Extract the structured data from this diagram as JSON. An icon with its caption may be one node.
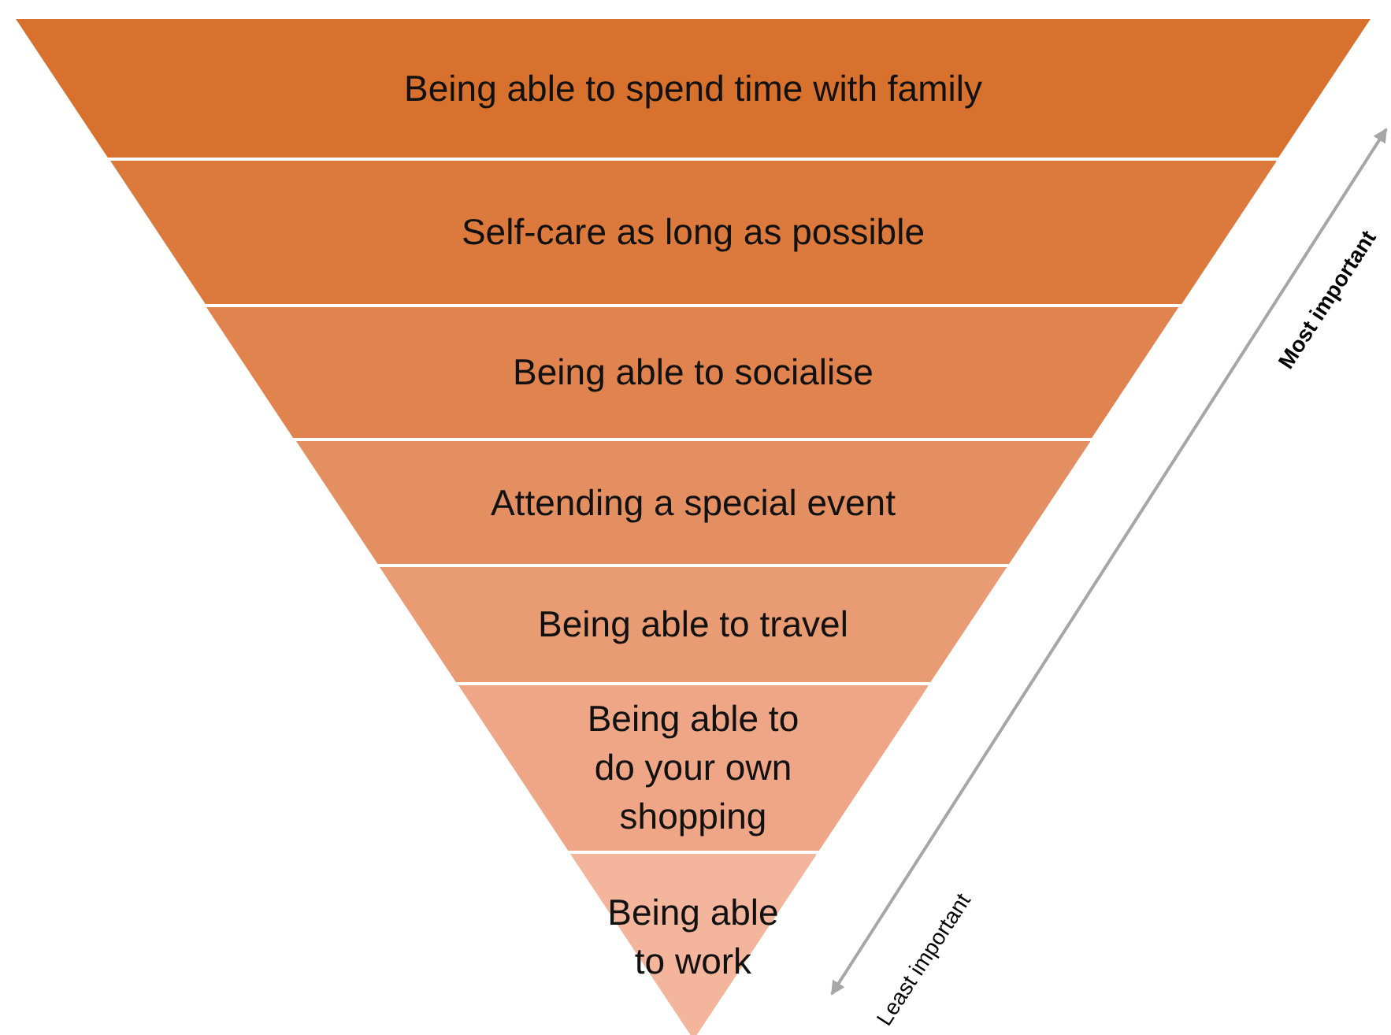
{
  "diagram": {
    "nodes": [
      {
        "text": [
          "Being able to spend time with family"
        ]
      },
      {
        "text": [
          "Self-care as long as possible"
        ]
      },
      {
        "text": [
          "Being able to socialise"
        ]
      },
      {
        "text": [
          "Attending a special event"
        ]
      },
      {
        "text": [
          "Being able to travel"
        ]
      },
      {
        "text": [
          "Being able to do your own shopping"
        ]
      },
      {
        "text": [
          "Being able to work"
        ]
      }
    ],
    "edges": [],
    "labels": [
      "Most important",
      "Least important"
    ]
  }
}
